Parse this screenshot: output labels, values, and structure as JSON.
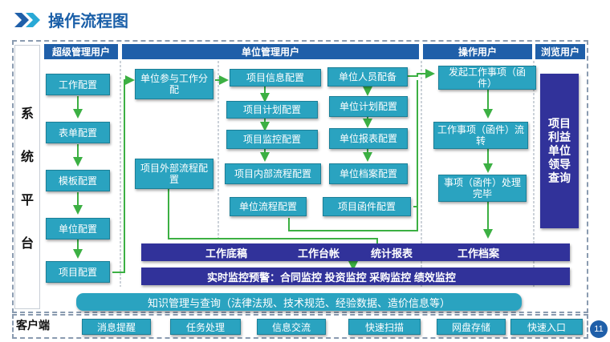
{
  "title": "操作流程图",
  "headers": {
    "super": "超级管理用户",
    "unit": "单位管理用户",
    "operate": "操作用户",
    "browse": "浏览用户"
  },
  "system_platform": [
    "系",
    "统",
    "平",
    "台"
  ],
  "super_admin_steps": [
    "工作配置",
    "表单配置",
    "模板配置",
    "单位配置",
    "项目配置"
  ],
  "unit_admin": {
    "participate": "单位参与工作分配",
    "external_flow": "项目外部流程配置",
    "col_a": [
      "项目信息配置",
      "项目计划配置",
      "项目监控配置",
      "项目内部流程配置"
    ],
    "col_b": [
      "单位人员配备",
      "单位计划配置",
      "单位报表配置",
      "单位档案配置"
    ],
    "unit_flow": "单位流程配置",
    "project_letter": "项目函件配置"
  },
  "operator_steps": [
    "发起工作事项（函件）",
    "工作事项（函件）流转",
    "事项（函件）处理完毕"
  ],
  "browse_box": "项目利益单位领导查询",
  "bar_records": [
    "工作底稿",
    "工作台帐",
    "统计报表",
    "工作档案"
  ],
  "bar_monitor": "实时监控预警：合同监控  投资监控  采购监控  绩效监控",
  "knowledge": "知识管理与查询（法律法规、技术规范、经验数据、造价信息等）",
  "client_label": "客户端",
  "client_items": [
    "消息提醒",
    "任务处理",
    "信息交流",
    "快速扫描",
    "网盘存储",
    "快速入口"
  ],
  "page_number": "11",
  "colors": {
    "header": "#1f5fa9",
    "box": "#2aa3c0",
    "bar": "#31329a",
    "arrow": "#3cb043"
  }
}
